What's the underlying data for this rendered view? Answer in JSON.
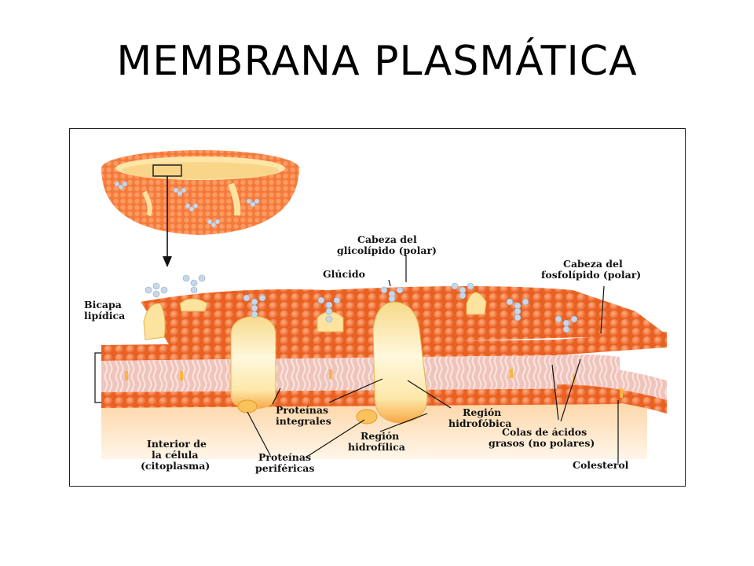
{
  "title": "MEMBRANA PLASMÁTICA",
  "diagram": {
    "labels": {
      "bicapa_1": "Bicapa",
      "bicapa_2": "lipídica",
      "cabeza_glicolipido_1": "Cabeza del",
      "cabeza_glicolipido_2": "glicolípido (polar)",
      "glucido": "Glúcido",
      "cabeza_fosfolipido_1": "Cabeza del",
      "cabeza_fosfolipido_2": "fosfolípido (polar)",
      "proteinas_integrales_1": "Proteínas",
      "proteinas_integrales_2": "integrales",
      "region_hidrofobica_1": "Región",
      "region_hidrofobica_2": "hidrofóbica",
      "interior_1": "Interior de",
      "interior_2": "la célula",
      "interior_3": "(citoplasma)",
      "region_hidrofilica_1": "Región",
      "region_hidrofilica_2": "hidrofílica",
      "proteinas_perifericas_1": "Proteínas",
      "proteinas_perifericas_2": "periféricas",
      "colas_1": "Colas de ácidos",
      "colas_2": "grasos (no polares)",
      "colesterol": "Colesterol"
    },
    "colors": {
      "lipid_head": "#f26b33",
      "lipid_tail": "#f6b8b0",
      "protein": "#fde3a0",
      "protein_core": "#fff6d8",
      "glucid": "#a8c4e0",
      "cytoplasm": "#fcd9a0"
    }
  }
}
